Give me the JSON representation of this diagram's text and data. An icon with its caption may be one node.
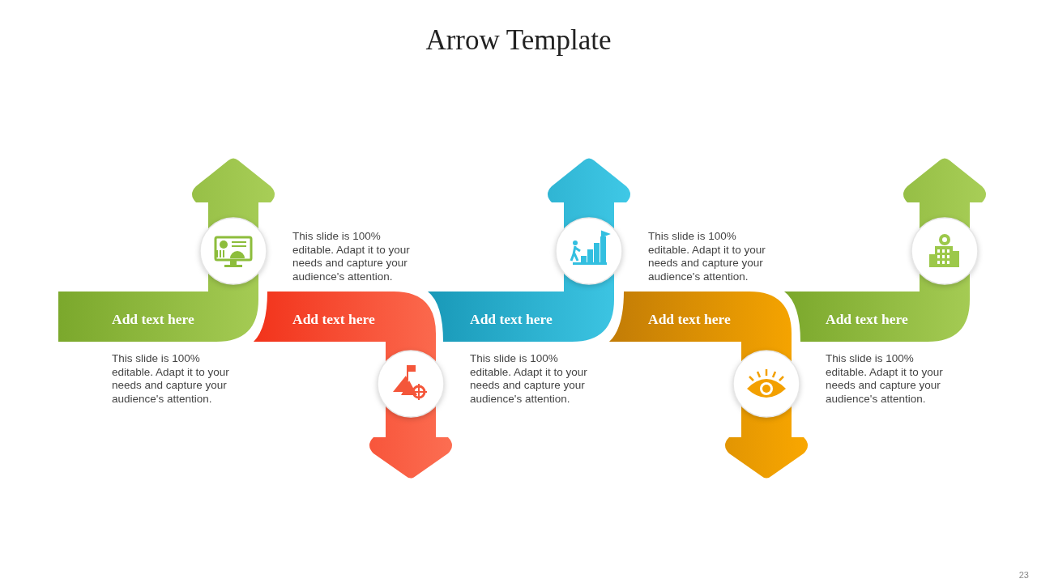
{
  "diagram": {
    "title": "Arrow Template",
    "nodes": [
      {
        "text": [
          "Add text here"
        ],
        "beside": [
          "This slide is 100% editable. Adapt it to your needs and capture your audience's attention."
        ]
      },
      {
        "text": [
          "Add text here"
        ],
        "beside": [
          "This slide is 100% editable. Adapt it to your needs and capture your audience's attention."
        ]
      },
      {
        "text": [
          "Add text here"
        ],
        "beside": [
          "This slide is 100% editable. Adapt it to your needs and capture your audience's attention."
        ]
      },
      {
        "text": [
          "Add text here"
        ],
        "beside": [
          "This slide is 100% editable. Adapt it to your needs and capture your audience's attention."
        ]
      },
      {
        "text": [
          "Add text here"
        ],
        "beside": [
          "This slide is 100% editable. Adapt it to your needs and capture your audience's attention."
        ]
      }
    ],
    "labels": [
      "23"
    ]
  }
}
